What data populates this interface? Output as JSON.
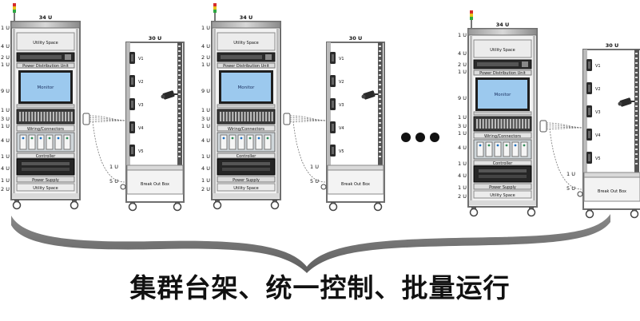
{
  "caption": "集群台架、统一控制、批量运行",
  "ellipsis": "● ● ●",
  "stations": [
    {
      "main_rack": {
        "height_label": "34 U",
        "units": [
          "1 U",
          "4 U",
          "2 U",
          "1 U",
          "9 U",
          "1 U",
          "3 U",
          "1 U",
          "4 U",
          "1 U",
          "4 U",
          "1 U",
          "2 U"
        ],
        "modules": {
          "utility_top": "Utility Space",
          "pdu": "Power Distribution Unit",
          "monitor": "Monitor",
          "wiring": "Wiring/Connectors",
          "controller": "Controller",
          "power_supply": "Power Supply",
          "utility_bottom": "Utility Space"
        }
      },
      "side_rack": {
        "height_label": "30 U",
        "slots": [
          "V1",
          "V2",
          "V3",
          "V4",
          "V5"
        ],
        "units": [
          "1 U",
          "5 U"
        ],
        "breakout": "Break Out Box"
      }
    },
    {
      "main_rack": {
        "height_label": "34 U",
        "units": [
          "1 U",
          "4 U",
          "2 U",
          "1 U",
          "9 U",
          "1 U",
          "3 U",
          "1 U",
          "4 U",
          "1 U",
          "4 U",
          "1 U",
          "2 U"
        ],
        "modules": {
          "utility_top": "Utility Space",
          "pdu": "Power Distribution Unit",
          "monitor": "Monitor",
          "wiring": "Wiring/Connectors",
          "controller": "Controller",
          "power_supply": "Power Supply",
          "utility_bottom": "Utility Space"
        }
      },
      "side_rack": {
        "height_label": "30 U",
        "slots": [
          "V1",
          "V2",
          "V3",
          "V4",
          "V5"
        ],
        "units": [
          "1 U",
          "5 U"
        ],
        "breakout": "Break Out Box"
      }
    },
    {
      "main_rack": {
        "height_label": "34 U",
        "units": [
          "1 U",
          "4 U",
          "2 U",
          "1 U",
          "9 U",
          "1 U",
          "3 U",
          "1 U",
          "4 U",
          "1 U",
          "4 U",
          "1 U",
          "2 U"
        ],
        "modules": {
          "utility_top": "Utility Space",
          "pdu": "Power Distribution Unit",
          "monitor": "Monitor",
          "wiring": "Wiring/Connectors",
          "controller": "Controller",
          "power_supply": "Power Supply",
          "utility_bottom": "Utility Space"
        }
      },
      "side_rack": {
        "height_label": "30 U",
        "slots": [
          "V1",
          "V2",
          "V3",
          "V4",
          "V5"
        ],
        "units": [
          "1 U",
          "5 U"
        ],
        "breakout": "Break Out Box"
      }
    }
  ],
  "colors": {
    "rack_frame": "#6f6f6f",
    "rack_fill": "#f2f2f2",
    "monitor_screen": "#9cc9ee",
    "module_dark": "#2a2a2a",
    "brace": "#6c6c6c",
    "caption": "#111111"
  }
}
